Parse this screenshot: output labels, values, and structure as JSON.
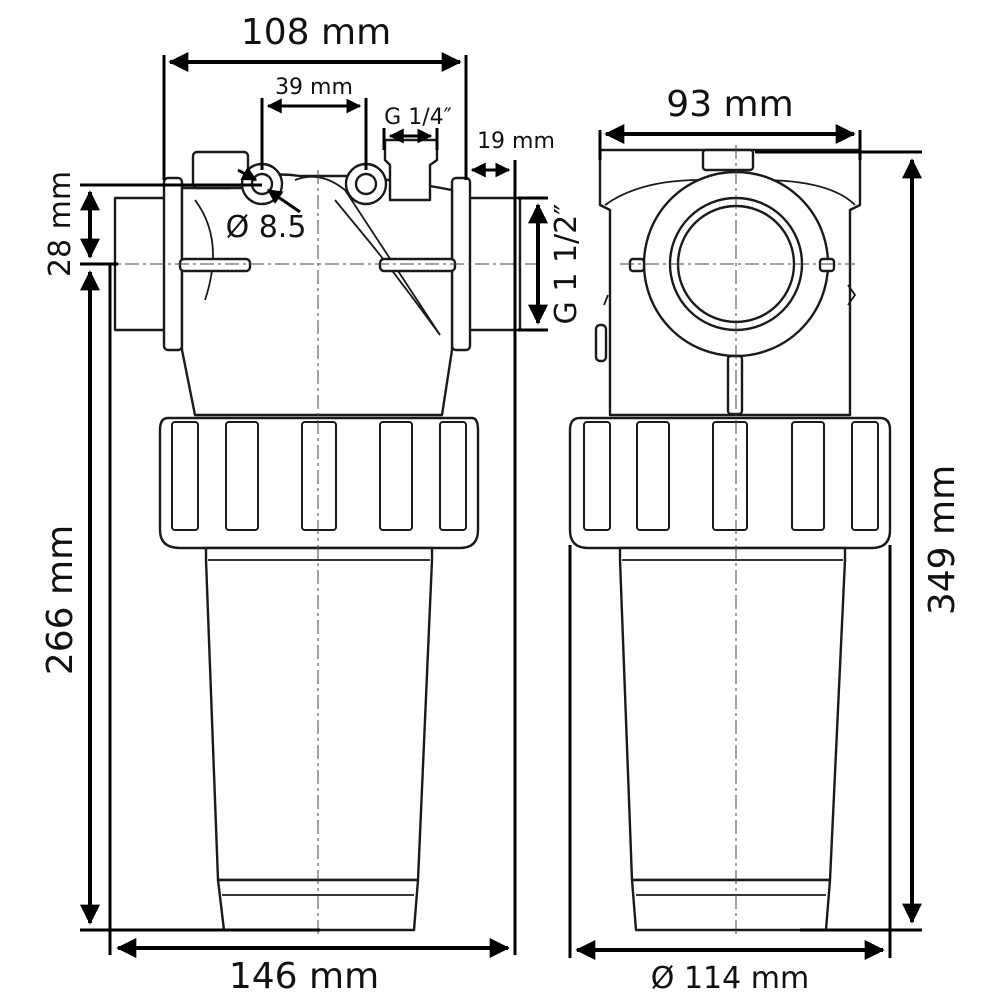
{
  "dimensions": {
    "overall_width_top": "108 mm",
    "port_spacing": "39 mm",
    "gauge_thread": "G 1/4″",
    "flange_offset": "19 mm",
    "port_hole": "Ø 8.5",
    "upper_offset": "28 mm",
    "inlet_thread": "G 1 1/2″",
    "lower_height": "266 mm",
    "overall_width_bottom": "146 mm",
    "side_width": "93 mm",
    "overall_height": "349 mm",
    "bowl_diameter": "Ø 114 mm"
  },
  "colors": {
    "line": "#1a1a1a",
    "background": "#ffffff"
  }
}
